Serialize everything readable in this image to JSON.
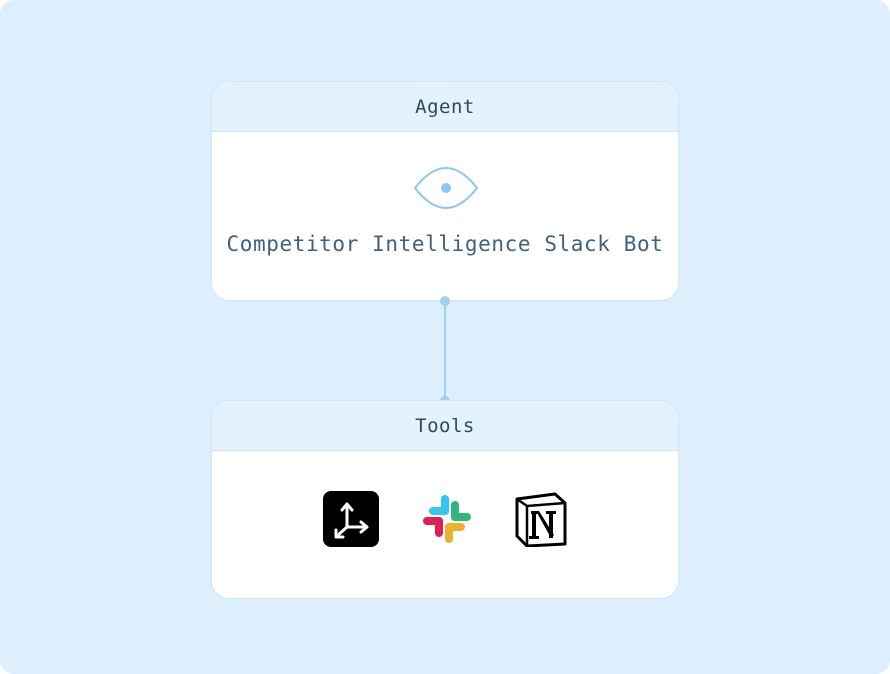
{
  "agent": {
    "header": "Agent",
    "name": "Competitor Intelligence Slack Bot",
    "icon": "eye-icon"
  },
  "tools": {
    "header": "Tools",
    "items": [
      {
        "icon": "arrows-split-icon",
        "bg": "#000000"
      },
      {
        "icon": "slack-icon",
        "colors": [
          "#36c5f0",
          "#2eb67d",
          "#ecb22e",
          "#e01e5a"
        ]
      },
      {
        "icon": "notion-icon"
      }
    ]
  },
  "colors": {
    "background": "#ddeffd",
    "card_header": "#e4f2fd",
    "border": "#cde6f8",
    "connector": "#9fd0f2",
    "accent": "#8ac8f0",
    "text": "#2d4a63"
  }
}
